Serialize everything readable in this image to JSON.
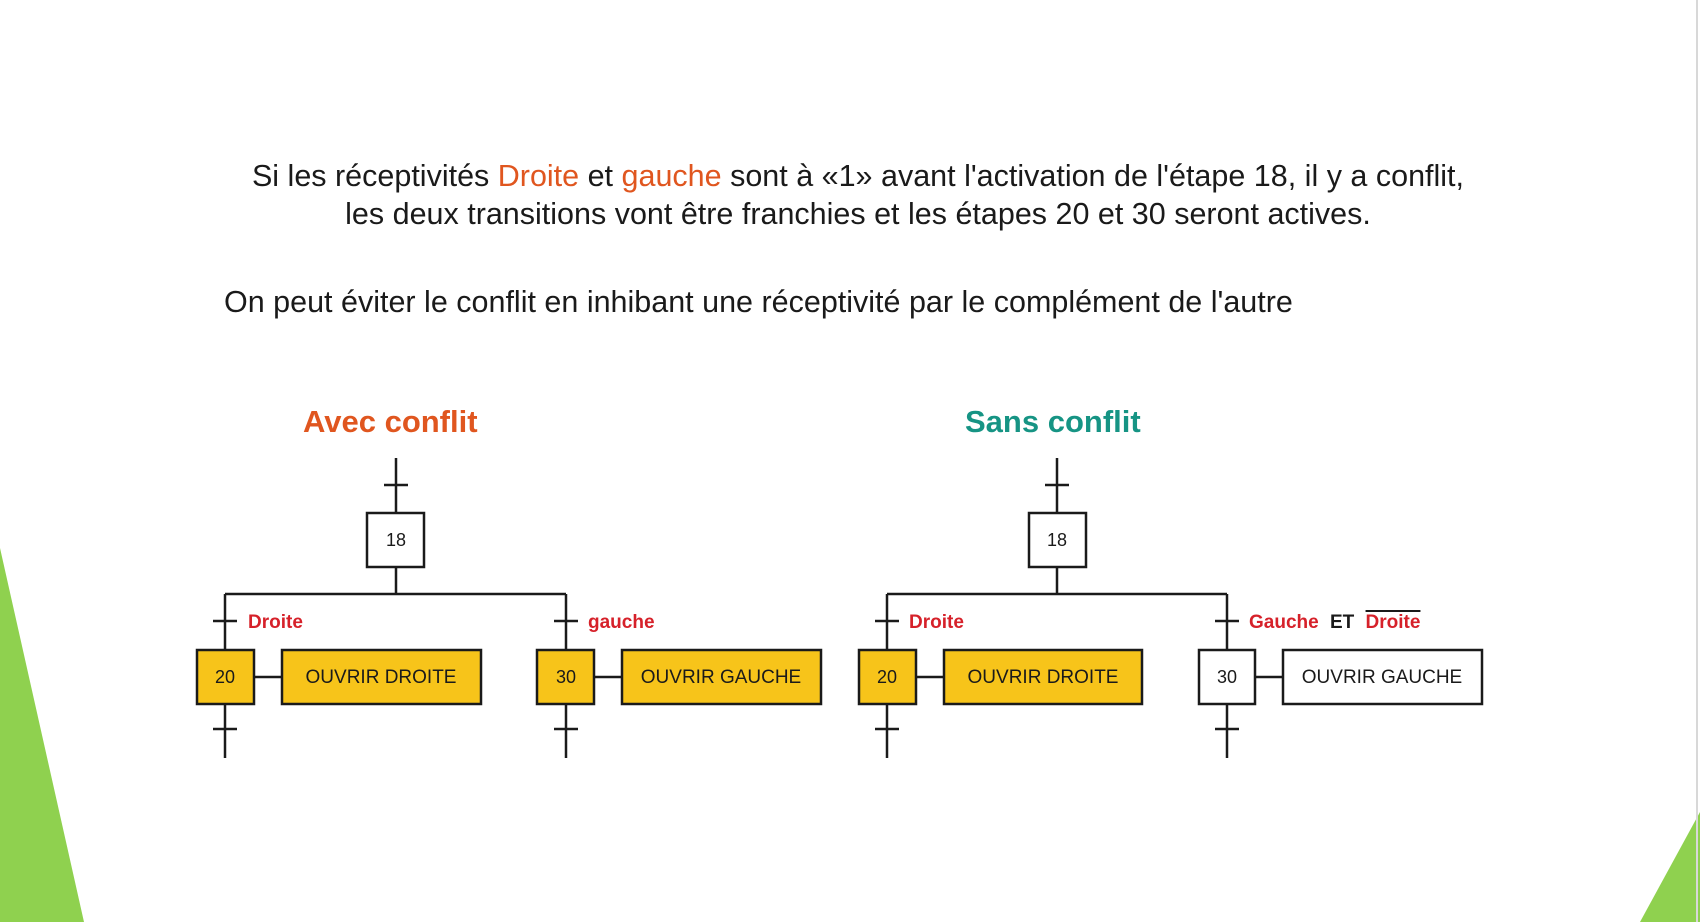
{
  "colors": {
    "accent_red": "#e0561f",
    "accent_teal": "#169484",
    "receptivity_red": "#d6212a",
    "active_step": "#f7c41a",
    "slide_decor_green": "#8fd14f"
  },
  "text": {
    "line1": {
      "prefix": "Si les réceptivités ",
      "kw_droite": "Droite",
      "mid": " et ",
      "kw_gauche": "gauche",
      "suffix": " sont à «1» avant l'activation de l'étape 18, il y a conflit,"
    },
    "line2": "les deux transitions vont être franchies et les étapes 20 et 30 seront actives.",
    "line3": "On peut éviter le conflit en inhibant une réceptivité par le complément de l'autre"
  },
  "diagrams": {
    "left": {
      "title": "Avec conflit",
      "top_step": "18",
      "branch_left": {
        "receptivity": "Droite",
        "step": "20",
        "action": "OUVRIR DROITE",
        "active": true
      },
      "branch_right": {
        "receptivity": "gauche",
        "step": "30",
        "action": "OUVRIR GAUCHE",
        "active": true
      }
    },
    "right": {
      "title": "Sans conflit",
      "top_step": "18",
      "branch_left": {
        "receptivity": "Droite",
        "step": "20",
        "action": "OUVRIR DROITE",
        "active": true
      },
      "branch_right": {
        "receptivity_part1": "Gauche",
        "receptivity_op": "ET",
        "receptivity_negated": "Droite",
        "step": "30",
        "action": "OUVRIR GAUCHE",
        "active": false
      }
    }
  }
}
